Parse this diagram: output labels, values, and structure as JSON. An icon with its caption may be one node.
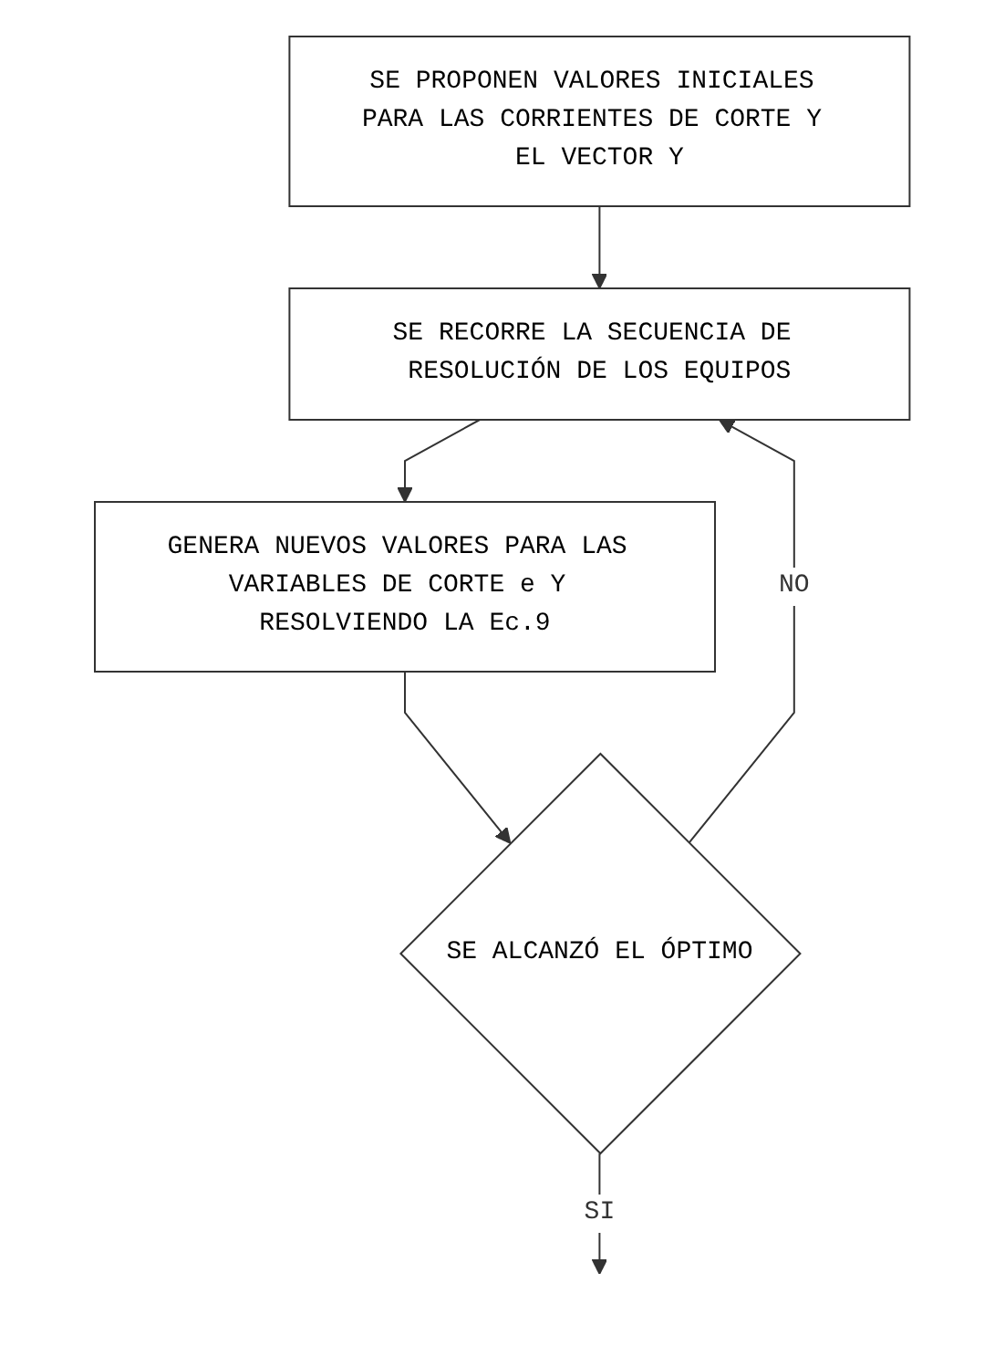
{
  "diagram": {
    "nodes": [
      {
        "text": [
          "SE PROPONEN VALORES INICIALES PARA LAS CORRIENTES DE CORTE Y EL VECTOR Y"
        ]
      },
      {
        "text": [
          "SE RECORRE LA SECUENCIA DE RESOLUCIÓN DE LOS EQUIPOS"
        ]
      },
      {
        "text": [
          "GENERA NUEVOS VALORES PARA LAS VARIABLES DE CORTE e Y RESOLVIENDO LA Ec.9"
        ]
      },
      {
        "text": [
          "SE ALCANZÓ EL ÓPTIMO"
        ]
      }
    ],
    "edges": [
      {
        "from": 0,
        "to": 1,
        "arrow": "to"
      },
      {
        "from": 1,
        "to": 2,
        "arrow": "to"
      },
      {
        "from": 2,
        "to": 3,
        "arrow": "to"
      },
      {
        "from": 3,
        "to": 1,
        "label": "NO",
        "arrow": "to"
      },
      {
        "from": 3,
        "to": null,
        "label": "SI",
        "arrow": "to"
      }
    ]
  }
}
